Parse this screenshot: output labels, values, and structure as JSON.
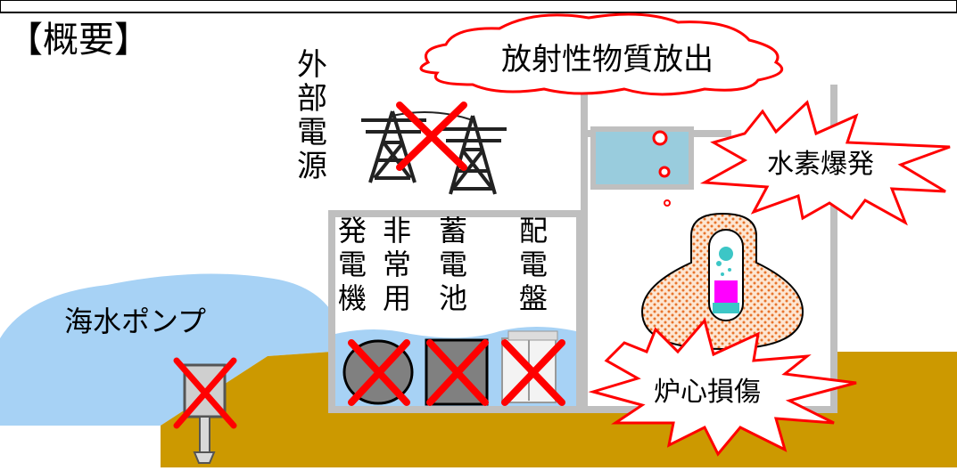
{
  "title": "【概要】",
  "labels": {
    "external_power": "外部電源",
    "emergency_generator": "発電機",
    "emergency_generator_prefix": "非常用",
    "battery": "蓄電池",
    "switchboard": "配電盤",
    "seawater_pump": "海水ポンプ",
    "radioactive_release": "放射性物質放出",
    "hydrogen_explosion": "水素爆発",
    "core_damage": "炉心損傷"
  },
  "colors": {
    "sea": "#a7d2f5",
    "ground": "#cc9900",
    "wall": "#bfbfbf",
    "cross": "#ff0000",
    "burst_stroke": "#ff0000",
    "pool_water": "#99ccdd",
    "vessel_fill": "#f7caa6",
    "fuel": "#ff00ff",
    "coolant": "#3cc6c6"
  }
}
